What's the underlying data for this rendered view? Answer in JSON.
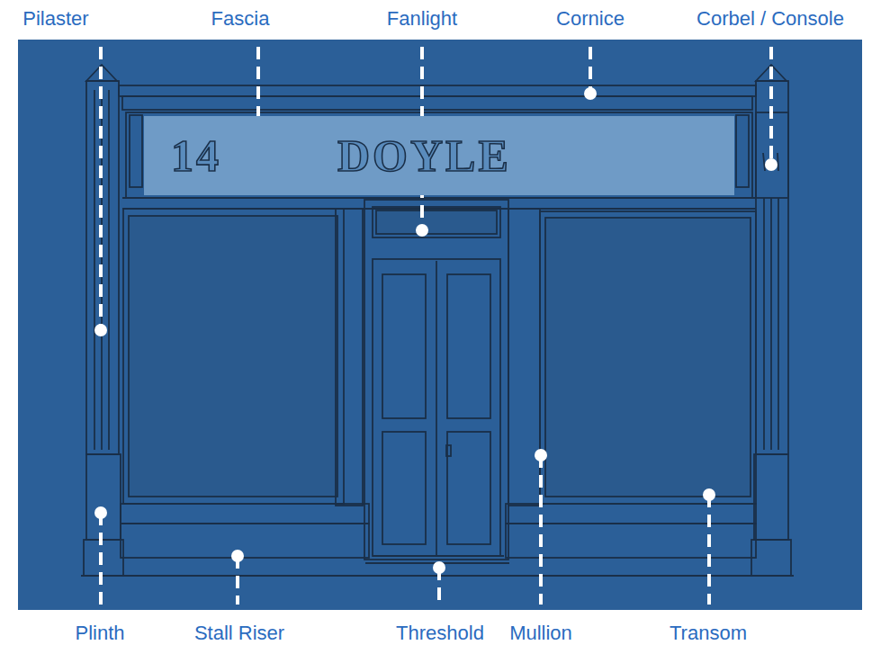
{
  "diagram": {
    "nodes": [
      {
        "text": [
          "14",
          "DOYLE"
        ]
      }
    ],
    "labels": [
      "Pilaster",
      "Fascia",
      "Fanlight",
      "Cornice",
      "Corbel / Console",
      "Plinth",
      "Stall Riser",
      "Threshold",
      "Mullion",
      "Transom"
    ]
  }
}
